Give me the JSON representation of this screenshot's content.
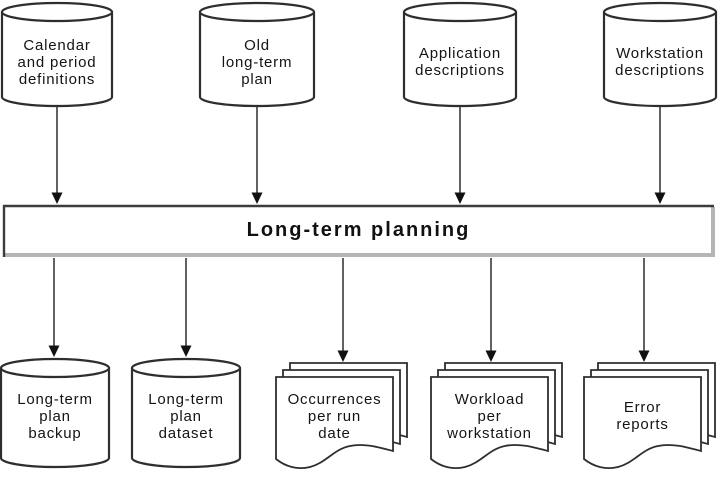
{
  "diagram": {
    "title": "Long-term planning",
    "inputs": [
      {
        "label": "Calendar\nand period\ndefinitions",
        "shape": "database-cylinder"
      },
      {
        "label": "Old\nlong-term\nplan",
        "shape": "database-cylinder"
      },
      {
        "label": "Application\ndescriptions",
        "shape": "database-cylinder"
      },
      {
        "label": "Workstation\ndescriptions",
        "shape": "database-cylinder"
      }
    ],
    "outputs": [
      {
        "label": "Long-term\nplan\nbackup",
        "shape": "database-cylinder"
      },
      {
        "label": "Long-term\nplan\ndataset",
        "shape": "database-cylinder"
      },
      {
        "label": "Occurrences\nper run\ndate",
        "shape": "report-stack"
      },
      {
        "label": "Workload\nper\nworkstation",
        "shape": "report-stack"
      },
      {
        "label": "Error\nreports",
        "shape": "report-stack"
      }
    ],
    "colors": {
      "background": "#ffffff",
      "shape_fill": "#ffffff",
      "stroke": "#2e2e2e",
      "bevel_gray": "#b5b5b5",
      "text": "#141414"
    }
  }
}
